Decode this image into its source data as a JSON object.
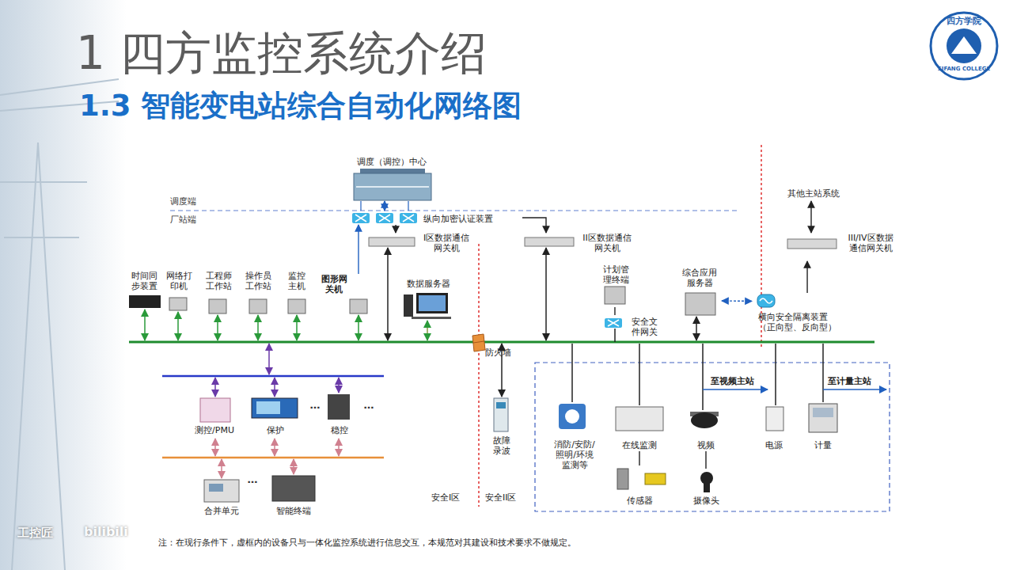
{
  "diagram": {
    "title": "1 四方监控系统介绍",
    "nodes": [
      {
        "text": [
          "调度（调控）中心"
        ]
      },
      {
        "text": [
          "纵向加密认证装置"
        ]
      },
      {
        "text": [
          "I区数据通信 网关机"
        ]
      },
      {
        "text": [
          "II区数据通信 网关机"
        ]
      },
      {
        "text": [
          "其他主站系统"
        ]
      },
      {
        "text": [
          "III/IV区数据 通信网关机"
        ]
      },
      {
        "text": [
          "时间同 步装置"
        ]
      },
      {
        "text": [
          "网络打 印机"
        ]
      },
      {
        "text": [
          "工程师 工作站"
        ]
      },
      {
        "text": [
          "操作员 工作站"
        ]
      },
      {
        "text": [
          "监控 主机"
        ]
      },
      {
        "text": [
          "图形网 关机"
        ]
      },
      {
        "text": [
          "数据服务器"
        ]
      },
      {
        "text": [
          "计划管 理终端"
        ]
      },
      {
        "text": [
          "安全文 件网关"
        ]
      },
      {
        "text": [
          "综合应用 服务器"
        ]
      },
      {
        "text": [
          "横向安全隔离装置 （正向型、反向型）"
        ]
      },
      {
        "text": [
          "防火墙"
        ]
      },
      {
        "text": [
          "测控/PMU"
        ]
      },
      {
        "text": [
          "保护"
        ]
      },
      {
        "text": [
          "稳控"
        ]
      },
      {
        "text": [
          "合并单元"
        ]
      },
      {
        "text": [
          "智能终端"
        ]
      },
      {
        "text": [
          "故障 录波"
        ]
      },
      {
        "text": [
          "消防/安防/ 照明/环境 监测等"
        ]
      },
      {
        "text": [
          "在线监测"
        ]
      },
      {
        "text": [
          "传感器"
        ]
      },
      {
        "text": [
          "视频"
        ]
      },
      {
        "text": [
          "摄像头"
        ]
      },
      {
        "text": [
          "电源"
        ]
      },
      {
        "text": [
          "计量"
        ]
      }
    ],
    "edges": [
      {
        "from": 1,
        "to": 0,
        "arrow": "both"
      },
      {
        "from": 1,
        "to": 2,
        "arrow": "to"
      },
      {
        "from": 1,
        "to": 3,
        "arrow": "to"
      },
      {
        "from": 11,
        "to": 1,
        "arrow": "to"
      },
      {
        "from": 4,
        "to": 5,
        "arrow": "both"
      },
      {
        "from": 16,
        "to": 5,
        "arrow": "to"
      },
      {
        "from": 16,
        "to": 15,
        "arrow": "both"
      },
      {
        "from": 13,
        "to": 14,
        "arrow": "none"
      },
      {
        "from": 25,
        "to": 26,
        "arrow": "none"
      },
      {
        "from": 27,
        "to": 28,
        "arrow": "none"
      }
    ],
    "labels": [
      "1.3 智能变电站综合自动化网络图",
      "四方学院",
      "SIFANG COLLEGE",
      "调度端",
      "厂站端",
      "…",
      "…",
      "…",
      "至视频主站",
      "至计量主站",
      "安全I区",
      "安全II区",
      "注：在现行条件下，虚框内的设备只与一体化监控系统进行信息交互，本规范对其建设和技术要求不做规定。",
      "工控匠",
      "bilibili"
    ]
  }
}
